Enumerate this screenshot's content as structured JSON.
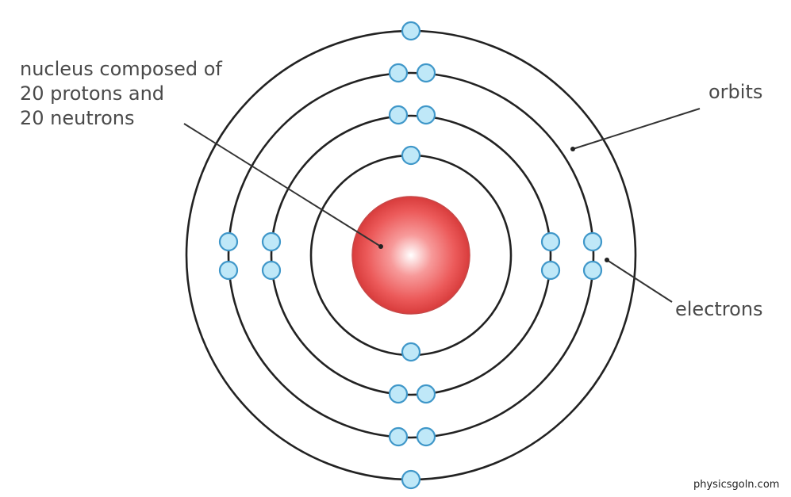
{
  "labels": {
    "nucleus_lines": [
      "nucleus composed of",
      "20 protons and",
      "20 neutrons"
    ],
    "orbits": "orbits",
    "electrons": "electrons"
  },
  "watermark": "physicsgoln.com",
  "colors": {
    "background": "#ffffff",
    "orbit_stroke": "#222222",
    "nucleus_light": "#ffffff",
    "nucleus_mid": "#f26a6a",
    "nucleus_dark": "#d83c3c",
    "electron_fill": "#bfe8f8",
    "electron_stroke": "#3f97c9",
    "leader_line": "#333333",
    "text": "#4a4a4a"
  },
  "atom": {
    "electrons_per_orbit": [
      2,
      8,
      8,
      2
    ]
  }
}
